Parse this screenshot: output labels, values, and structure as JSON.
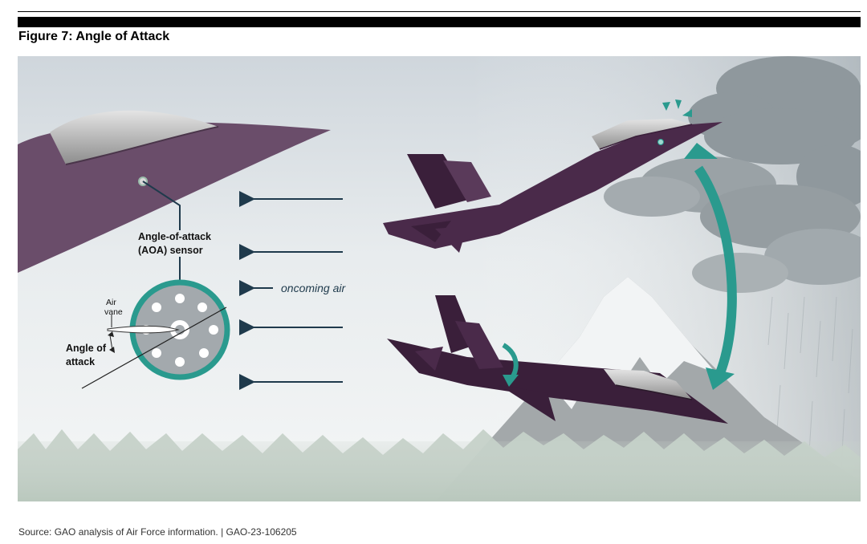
{
  "figure": {
    "title": "Figure 7: Angle of Attack",
    "source": "Source: GAO analysis of Air Force information. | GAO-23-106205"
  },
  "labels": {
    "sensor_line1": "Angle-of-attack",
    "sensor_line2": "(AOA) sensor",
    "air_vane_line1": "Air",
    "air_vane_line2": "vane",
    "aoa_line1": "Angle of",
    "aoa_line2": "attack",
    "oncoming_air": "oncoming air"
  },
  "colors": {
    "aircraft": "#5e3f5e",
    "aircraft_dark": "#3a1f3a",
    "teal": "#2a9a8e",
    "arrow": "#1f3a4c",
    "sky_top": "#c9d2d9",
    "cloud": "#8e979c"
  }
}
